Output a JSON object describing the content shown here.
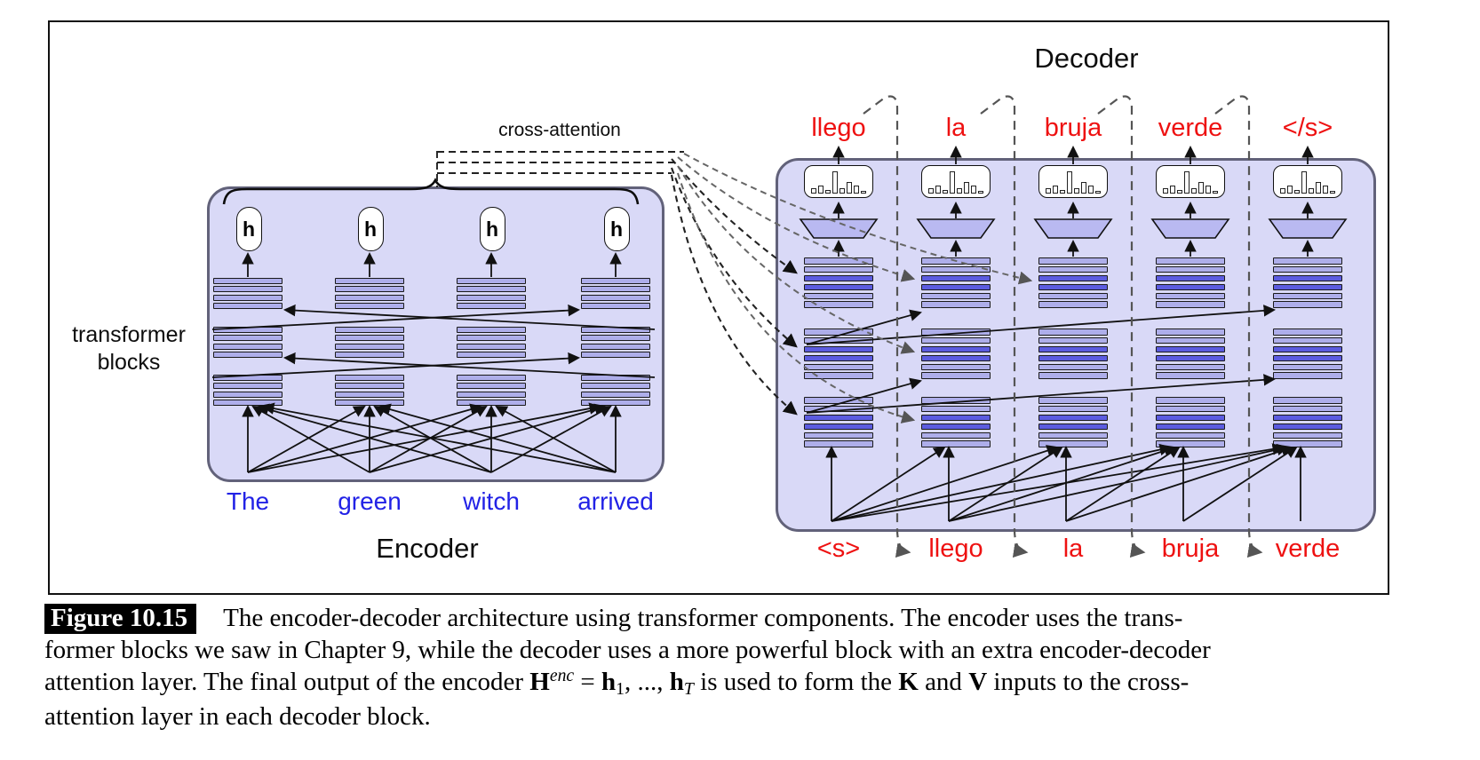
{
  "figure": {
    "decoder_title": "Decoder",
    "encoder_title": "Encoder",
    "side_label": [
      "transformer",
      "blocks"
    ],
    "cross_attention_label": "cross-attention",
    "h_node_label": "h",
    "encoder_input_words": [
      "The",
      "green",
      "witch",
      "arrived"
    ],
    "decoder_output_words": [
      "llego",
      "la",
      "bruja",
      "verde",
      "</s>"
    ],
    "decoder_input_words": [
      "<s>",
      "llego",
      "la",
      "bruja",
      "verde"
    ],
    "histogram_bar_heights": [
      6,
      9,
      4,
      25,
      6,
      13,
      9,
      3
    ],
    "colors": {
      "box_fill": "#d9d9f7",
      "box_border": "#62627a",
      "bar_light": "#aeaeea",
      "bar_dark": "#5c5ce0",
      "trapezoid_fill": "#b9b9f1",
      "word_red": "#ee1111",
      "word_blue": "#2222e6"
    }
  },
  "caption": {
    "lines": [
      {
        "segments": [
          {
            "style": "tag",
            "text": "Figure 10.15"
          },
          {
            "style": "plain",
            "text": "The encoder-decoder architecture using transformer components. The encoder uses the trans-"
          }
        ]
      },
      {
        "segments": [
          {
            "style": "plain",
            "text": "former blocks we saw in Chapter 9, while the decoder uses a more powerful block with an extra encoder-decoder"
          }
        ]
      },
      {
        "segments": [
          {
            "style": "plain",
            "text": "attention layer. The final output of the encoder "
          },
          {
            "style": "bold",
            "text": "H"
          },
          {
            "style": "sup-italic",
            "text": "enc"
          },
          {
            "style": "plain",
            "text": " = "
          },
          {
            "style": "bold",
            "text": "h"
          },
          {
            "style": "sub",
            "text": "1"
          },
          {
            "style": "plain",
            "text": ", ..., "
          },
          {
            "style": "bold",
            "text": "h"
          },
          {
            "style": "sub-italic",
            "text": "T"
          },
          {
            "style": "plain",
            "text": " is used to form the "
          },
          {
            "style": "bold",
            "text": "K"
          },
          {
            "style": "plain",
            "text": " and "
          },
          {
            "style": "bold",
            "text": "V"
          },
          {
            "style": "plain",
            "text": " inputs to the cross-"
          }
        ]
      },
      {
        "segments": [
          {
            "style": "plain",
            "text": "attention layer in each decoder block."
          }
        ]
      }
    ]
  }
}
